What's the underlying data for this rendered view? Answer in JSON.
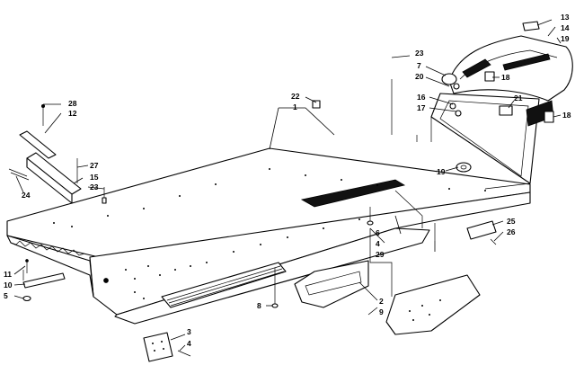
{
  "callouts": {
    "c1": "1",
    "c2": "2",
    "c3": "3",
    "c4a": "4",
    "c4b": "4",
    "c5": "5",
    "c6": "6",
    "c7": "7",
    "c8": "8",
    "c9": "9",
    "c10": "10",
    "c11": "11",
    "c12": "12",
    "c13": "13",
    "c14": "14",
    "c15": "15",
    "c16": "16",
    "c17": "17",
    "c18a": "18",
    "c18b": "18",
    "c19a": "19",
    "c19b": "19",
    "c20": "20",
    "c21": "21",
    "c22": "22",
    "c23a": "23",
    "c23b": "23",
    "c24": "24",
    "c25": "25",
    "c26": "26",
    "c27": "27",
    "c28": "28",
    "c29": "29"
  }
}
